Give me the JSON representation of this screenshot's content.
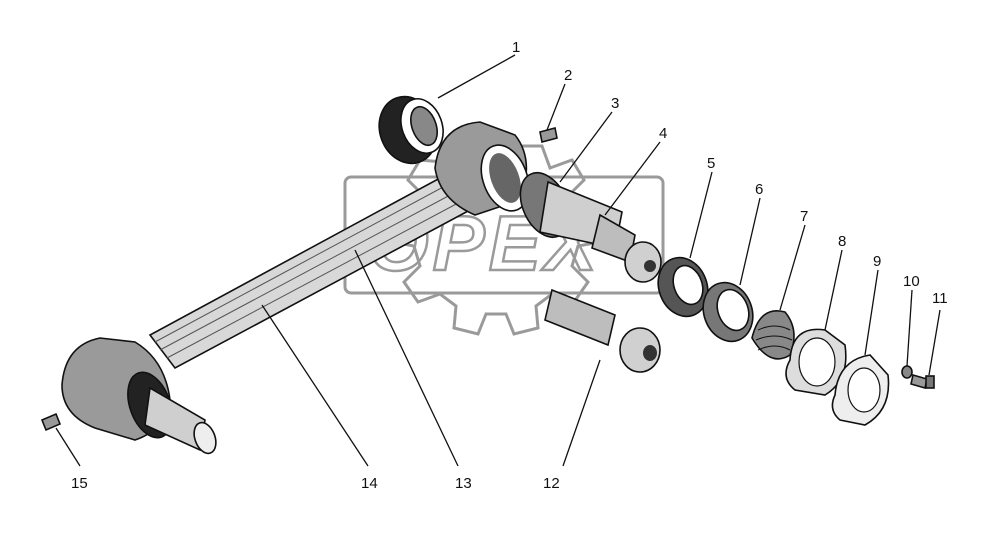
{
  "watermark": {
    "text": "OPEX",
    "color": "#9a9a9a"
  },
  "callouts": [
    {
      "id": "1",
      "label": "1"
    },
    {
      "id": "2",
      "label": "2"
    },
    {
      "id": "3",
      "label": "3"
    },
    {
      "id": "4",
      "label": "4"
    },
    {
      "id": "5",
      "label": "5"
    },
    {
      "id": "6",
      "label": "6"
    },
    {
      "id": "7",
      "label": "7"
    },
    {
      "id": "8",
      "label": "8"
    },
    {
      "id": "9",
      "label": "9"
    },
    {
      "id": "10",
      "label": "10"
    },
    {
      "id": "11",
      "label": "11"
    },
    {
      "id": "12",
      "label": "12"
    },
    {
      "id": "13",
      "label": "13"
    },
    {
      "id": "14",
      "label": "14"
    },
    {
      "id": "15",
      "label": "15"
    }
  ],
  "colors": {
    "ink": "#111111",
    "shade": "#555555",
    "paper": "#ffffff"
  }
}
